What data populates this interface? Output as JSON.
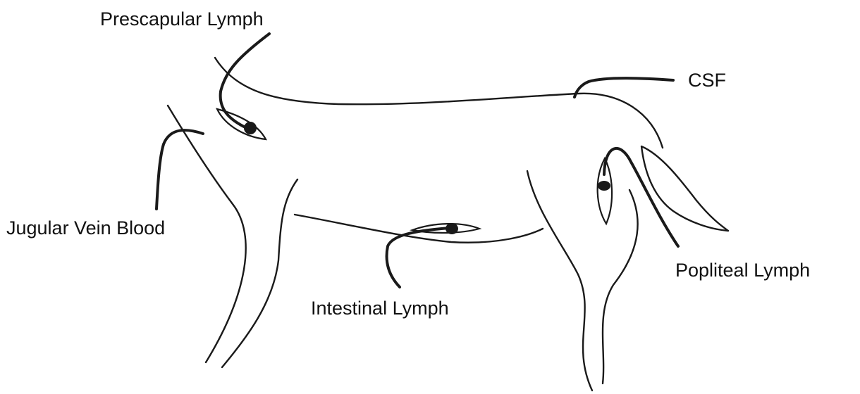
{
  "labels": {
    "prescapular": "Prescapular Lymph",
    "csf": "CSF",
    "jugular": "Jugular Vein Blood",
    "intestinal": "Intestinal Lymph",
    "popliteal": "Popliteal Lymph"
  },
  "colors": {
    "ink": "#1a1a1a",
    "background": "#ffffff"
  }
}
